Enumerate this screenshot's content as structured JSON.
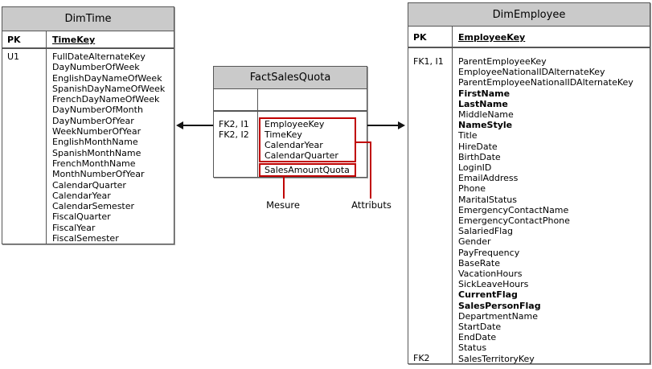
{
  "colors": {
    "annotation_red": "#c00000",
    "header_gray": "#cacaca",
    "border_gray": "#565656"
  },
  "tables": {
    "dim_time": {
      "title": "DimTime",
      "pk_label": "PK",
      "pk_field": "TimeKey",
      "key_label_top": "U1",
      "fields": [
        "FullDateAlternateKey",
        "DayNumberOfWeek",
        "EnglishDayNameOfWeek",
        "SpanishDayNameOfWeek",
        "FrenchDayNameOfWeek",
        "DayNumberOfMonth",
        "DayNumberOfYear",
        "WeekNumberOfYear",
        "EnglishMonthName",
        "SpanishMonthName",
        "FrenchMonthName",
        "MonthNumberOfYear",
        "CalendarQuarter",
        "CalendarYear",
        "CalendarSemester",
        "FiscalQuarter",
        "FiscalYear",
        "FiscalSemester"
      ]
    },
    "fact_sales_quota": {
      "title": "FactSalesQuota",
      "key_labels": [
        "FK2, I1",
        "FK2, I2"
      ],
      "attribute_fields": [
        "EmployeeKey",
        "TimeKey",
        "CalendarYear",
        "CalendarQuarter"
      ],
      "measure_fields": [
        "SalesAmountQuota"
      ]
    },
    "dim_employee": {
      "title": "DimEmployee",
      "pk_label": "PK",
      "pk_field": "EmployeeKey",
      "key_label_top": "FK1, I1",
      "key_label_bottom": "FK2",
      "fields": [
        {
          "label": "ParentEmployeeKey",
          "bold": false
        },
        {
          "label": "EmployeeNationalIDAlternateKey",
          "bold": false
        },
        {
          "label": "ParentEmployeeNationalIDAlternateKey",
          "bold": false
        },
        {
          "label": "FirstName",
          "bold": true
        },
        {
          "label": "LastName",
          "bold": true
        },
        {
          "label": "MiddleName",
          "bold": false
        },
        {
          "label": "NameStyle",
          "bold": true
        },
        {
          "label": "Title",
          "bold": false
        },
        {
          "label": "HireDate",
          "bold": false
        },
        {
          "label": "BirthDate",
          "bold": false
        },
        {
          "label": "LoginID",
          "bold": false
        },
        {
          "label": "EmailAddress",
          "bold": false
        },
        {
          "label": "Phone",
          "bold": false
        },
        {
          "label": "MaritalStatus",
          "bold": false
        },
        {
          "label": "EmergencyContactName",
          "bold": false
        },
        {
          "label": "EmergencyContactPhone",
          "bold": false
        },
        {
          "label": "SalariedFlag",
          "bold": false
        },
        {
          "label": "Gender",
          "bold": false
        },
        {
          "label": "PayFrequency",
          "bold": false
        },
        {
          "label": "BaseRate",
          "bold": false
        },
        {
          "label": "VacationHours",
          "bold": false
        },
        {
          "label": "SickLeaveHours",
          "bold": false
        },
        {
          "label": "CurrentFlag",
          "bold": true
        },
        {
          "label": "SalesPersonFlag",
          "bold": true
        },
        {
          "label": "DepartmentName",
          "bold": false
        },
        {
          "label": "StartDate",
          "bold": false
        },
        {
          "label": "EndDate",
          "bold": false
        },
        {
          "label": "Status",
          "bold": false
        },
        {
          "label": "SalesTerritoryKey",
          "bold": false
        }
      ]
    }
  },
  "annotations": {
    "measure_label": "Mesure",
    "attribute_label": "Attributs"
  }
}
